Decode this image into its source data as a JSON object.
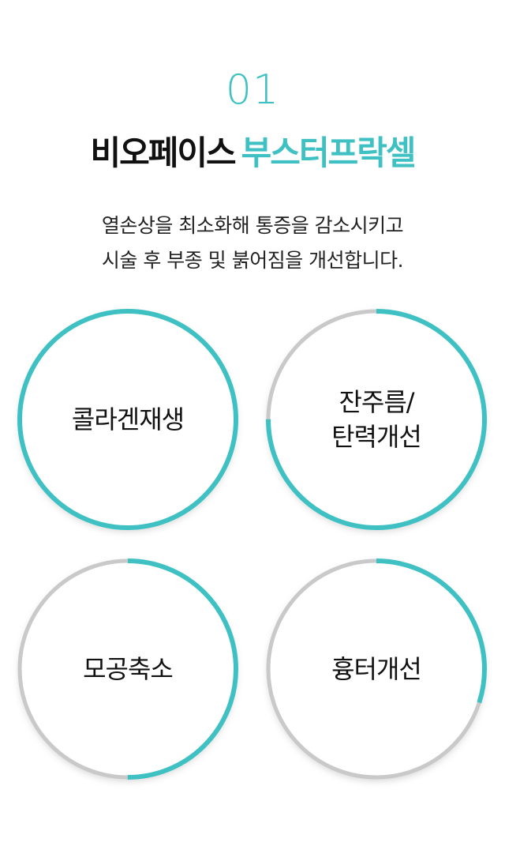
{
  "header": {
    "number": "01",
    "title_dark": "비오페이스",
    "title_accent": "부스터프락셀",
    "description_line1": "열손상을 최소화해 통증을 감소시키고",
    "description_line2": "시술 후 부종 및 붉어짐을 개선합니다."
  },
  "colors": {
    "accent": "#3fc1c4",
    "track": "#c9c9c9",
    "text": "#111111"
  },
  "effects": [
    {
      "label_line1": "콜라겐재생",
      "label_line2": "",
      "progress": 1.0
    },
    {
      "label_line1": "잔주름/",
      "label_line2": "탄력개선",
      "progress": 0.75
    },
    {
      "label_line1": "모공축소",
      "label_line2": "",
      "progress": 0.5
    },
    {
      "label_line1": "흉터개선",
      "label_line2": "",
      "progress": 0.3
    }
  ]
}
